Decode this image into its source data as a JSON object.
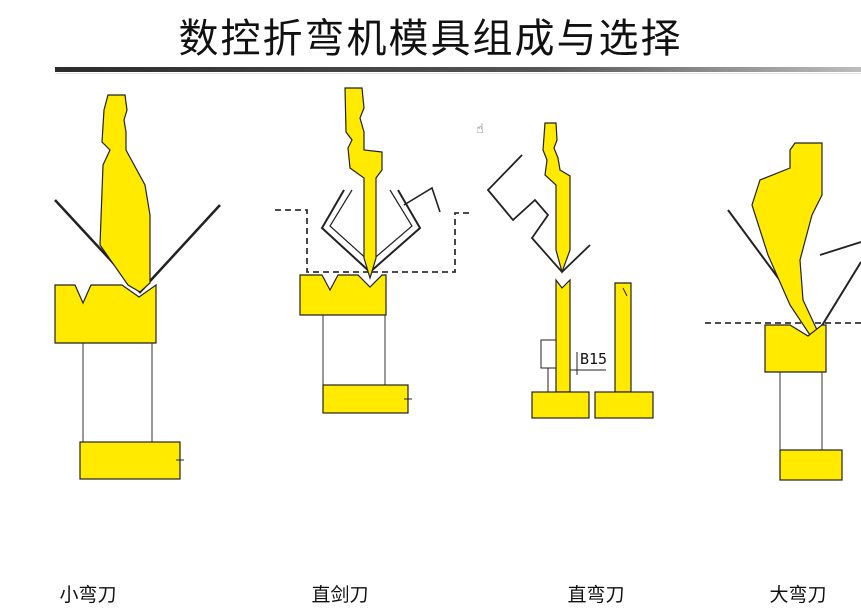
{
  "title": "数控折弯机模具组成与选择",
  "colors": {
    "die": "#ffea00",
    "outline": "#222222"
  },
  "tools": [
    {
      "id": "small-gooseneck",
      "caption": "小弯刀"
    },
    {
      "id": "straight-sword",
      "caption": "直剑刀"
    },
    {
      "id": "straight-gooseneck",
      "caption": "直弯刀",
      "dimension_label": "B15"
    },
    {
      "id": "large-gooseneck",
      "caption": "大弯刀"
    }
  ]
}
